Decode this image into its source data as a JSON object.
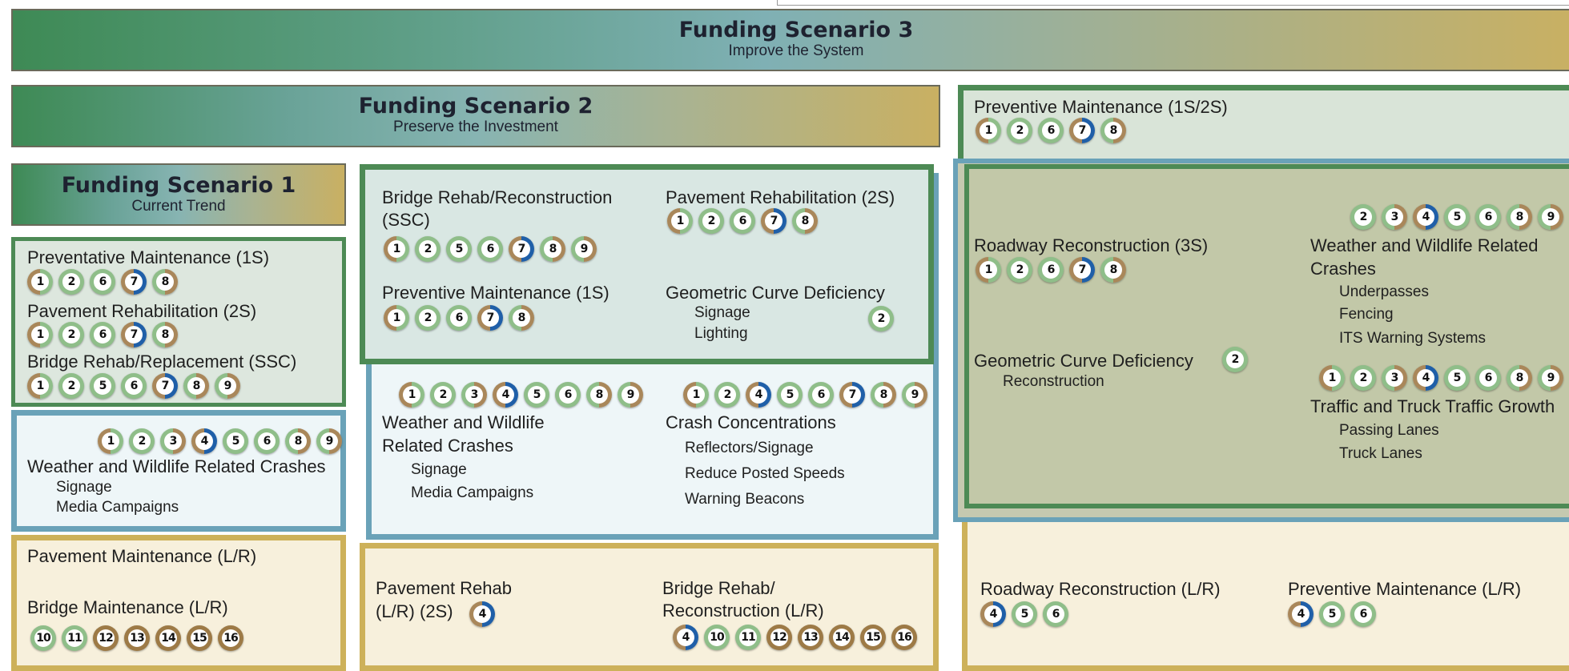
{
  "scenario3": {
    "title": "Funding Scenario 3",
    "subtitle": "Improve the System"
  },
  "scenario2": {
    "title": "Funding Scenario 2",
    "subtitle": "Preserve the Investment"
  },
  "scenario1": {
    "title": "Funding Scenario 1",
    "subtitle": "Current Trend"
  },
  "col1": {
    "pm": {
      "label": "Preventative Maintenance (1S)",
      "badges": [
        "1",
        "2",
        "6",
        "7",
        "8"
      ]
    },
    "pr": {
      "label": "Pavement Rehabilitation (2S)",
      "badges": [
        "1",
        "2",
        "6",
        "7",
        "8"
      ]
    },
    "br": {
      "label": "Bridge Rehab/Replacement (SSC)",
      "badges": [
        "1",
        "2",
        "5",
        "6",
        "7",
        "8",
        "9"
      ]
    },
    "ww": {
      "label": "Weather and Wildlife Related Crashes",
      "items": [
        "Signage",
        "Media Campaigns"
      ],
      "badges": [
        "1",
        "2",
        "3",
        "4",
        "5",
        "6",
        "8",
        "9"
      ]
    },
    "pavm": {
      "label": "Pavement Maintenance (L/R)"
    },
    "bm": {
      "label": "Bridge Maintenance (L/R)",
      "badges": [
        "10",
        "11",
        "12",
        "13",
        "14",
        "15",
        "16"
      ]
    }
  },
  "col2": {
    "brr": {
      "label_line1": "Bridge Rehab/Reconstruction",
      "label_line2": "(SSC)",
      "badges": [
        "1",
        "2",
        "5",
        "6",
        "7",
        "8",
        "9"
      ]
    },
    "pr": {
      "label": "Pavement Rehabilitation (2S)",
      "badges": [
        "1",
        "2",
        "6",
        "7",
        "8"
      ]
    },
    "pm": {
      "label": "Preventive Maintenance (1S)",
      "badges": [
        "1",
        "2",
        "6",
        "7",
        "8"
      ]
    },
    "gcd": {
      "label": "Geometric Curve Deficiency",
      "items": [
        "Signage",
        "Lighting"
      ],
      "badges": [
        "2"
      ]
    },
    "ww": {
      "label_line1": "Weather and Wildlife",
      "label_line2": "Related Crashes",
      "items": [
        "Signage",
        "Media Campaigns"
      ],
      "badges": [
        "1",
        "2",
        "3",
        "4",
        "5",
        "6",
        "8",
        "9"
      ]
    },
    "cc": {
      "label": "Crash Concentrations",
      "items": [
        "Reflectors/Signage",
        "Reduce Posted Speeds",
        "Warning Beacons"
      ],
      "badges": [
        "1",
        "2",
        "4",
        "5",
        "6",
        "7",
        "8",
        "9"
      ]
    },
    "prl": {
      "label_line1": "Pavement Rehab",
      "label_line2": "(L/R) (2S)",
      "badges": [
        "4"
      ]
    },
    "brl": {
      "label_line1": "Bridge Rehab/",
      "label_line2": "Reconstruction (L/R)",
      "badges": [
        "4",
        "10",
        "11",
        "12",
        "13",
        "14",
        "15",
        "16"
      ]
    }
  },
  "col3": {
    "pm": {
      "label": "Preventive Maintenance (1S/2S)",
      "badges": [
        "1",
        "2",
        "6",
        "7",
        "8"
      ]
    },
    "rr": {
      "label": "Roadway Reconstruction (3S)",
      "badges": [
        "1",
        "2",
        "6",
        "7",
        "8"
      ]
    },
    "ww": {
      "label_line1": "Weather and Wildlife Related",
      "label_line2": "Crashes",
      "items": [
        "Underpasses",
        "Fencing",
        "ITS Warning Systems"
      ],
      "badges": [
        "2",
        "3",
        "4",
        "5",
        "6",
        "8",
        "9"
      ]
    },
    "gcd": {
      "label": "Geometric Curve Deficiency",
      "items": [
        "Reconstruction"
      ],
      "badges": [
        "2"
      ]
    },
    "tt": {
      "label": "Traffic and Truck Traffic Growth",
      "items": [
        "Passing Lanes",
        "Truck Lanes"
      ],
      "badges": [
        "1",
        "2",
        "3",
        "4",
        "5",
        "6",
        "8",
        "9"
      ]
    },
    "rrl": {
      "label": "Roadway Reconstruction (L/R)",
      "badges": [
        "4",
        "5",
        "6"
      ]
    },
    "pml": {
      "label": "Preventive Maintenance (L/R)",
      "badges": [
        "4",
        "5",
        "6"
      ]
    }
  },
  "colors": {
    "green": "#4d8a55",
    "blue": "#6aa2b8",
    "gold": "#cdb15a",
    "badge_green": "#8fbe89",
    "badge_brown": "#9d7a46",
    "badge_blue": "#1f5fa8"
  }
}
